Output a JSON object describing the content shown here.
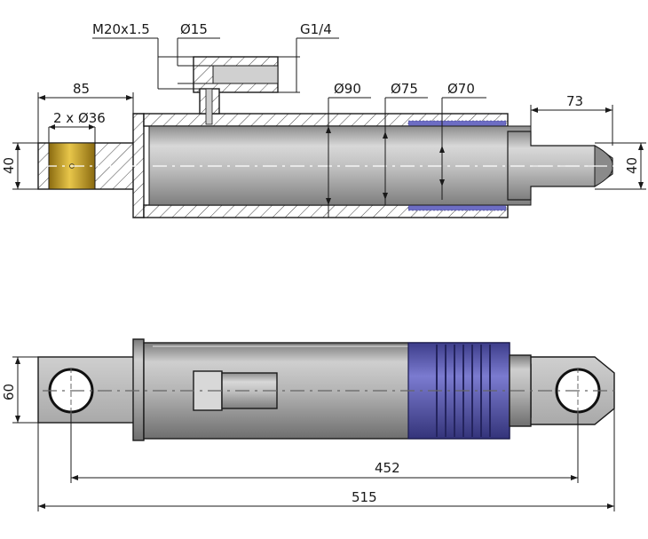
{
  "dimensions": {
    "top_view": {
      "thread": "M20x1.5",
      "port_diameter": "Ø15",
      "pipe_thread": "G1/4",
      "eye_length": "85",
      "bushing": "2 x Ø36",
      "bore_diameter": "Ø90",
      "gland_diameter": "Ø75",
      "rod_diameter": "Ø70",
      "rod_end_length": "73",
      "height_left": "40",
      "height_right": "40"
    },
    "bottom_view": {
      "eye_height": "60",
      "pin_centers": "452",
      "overall_length": "515"
    }
  },
  "colors": {
    "steel_light": "#d4d4d4",
    "steel_mid": "#a8a8a8",
    "steel_dark": "#7a7a7a",
    "bronze": "#c9a227",
    "seal_blue": "#5b5bb5",
    "hatch": "#333333"
  }
}
